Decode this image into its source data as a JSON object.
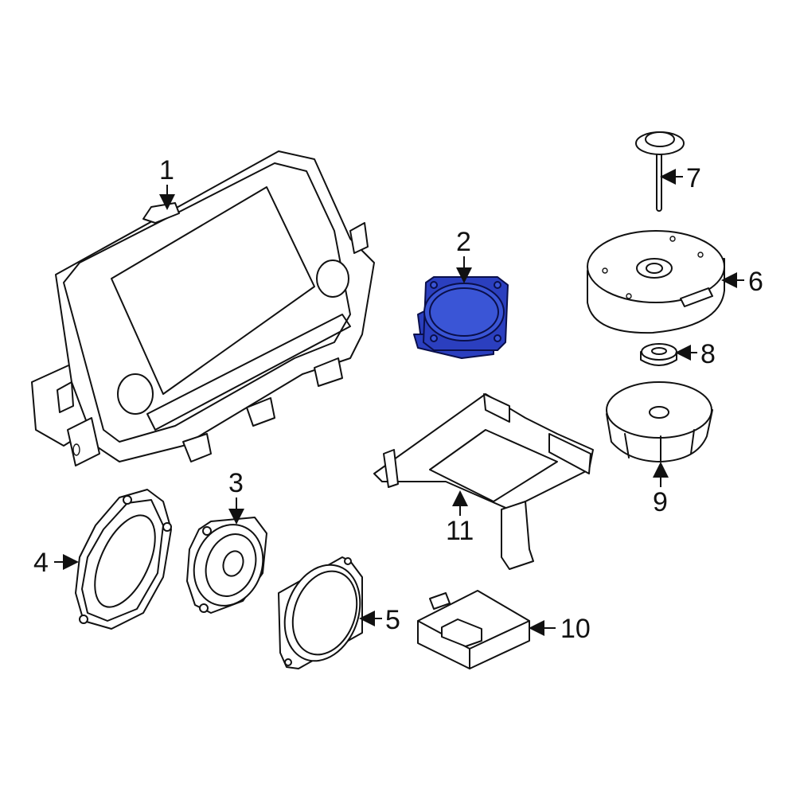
{
  "diagram": {
    "highlight_color": "#2b3fbf",
    "callouts": [
      {
        "id": "1",
        "label": "1"
      },
      {
        "id": "2",
        "label": "2"
      },
      {
        "id": "3",
        "label": "3"
      },
      {
        "id": "4",
        "label": "4"
      },
      {
        "id": "5",
        "label": "5"
      },
      {
        "id": "6",
        "label": "6"
      },
      {
        "id": "7",
        "label": "7"
      },
      {
        "id": "8",
        "label": "8"
      },
      {
        "id": "9",
        "label": "9"
      },
      {
        "id": "10",
        "label": "10"
      },
      {
        "id": "11",
        "label": "11"
      }
    ]
  }
}
